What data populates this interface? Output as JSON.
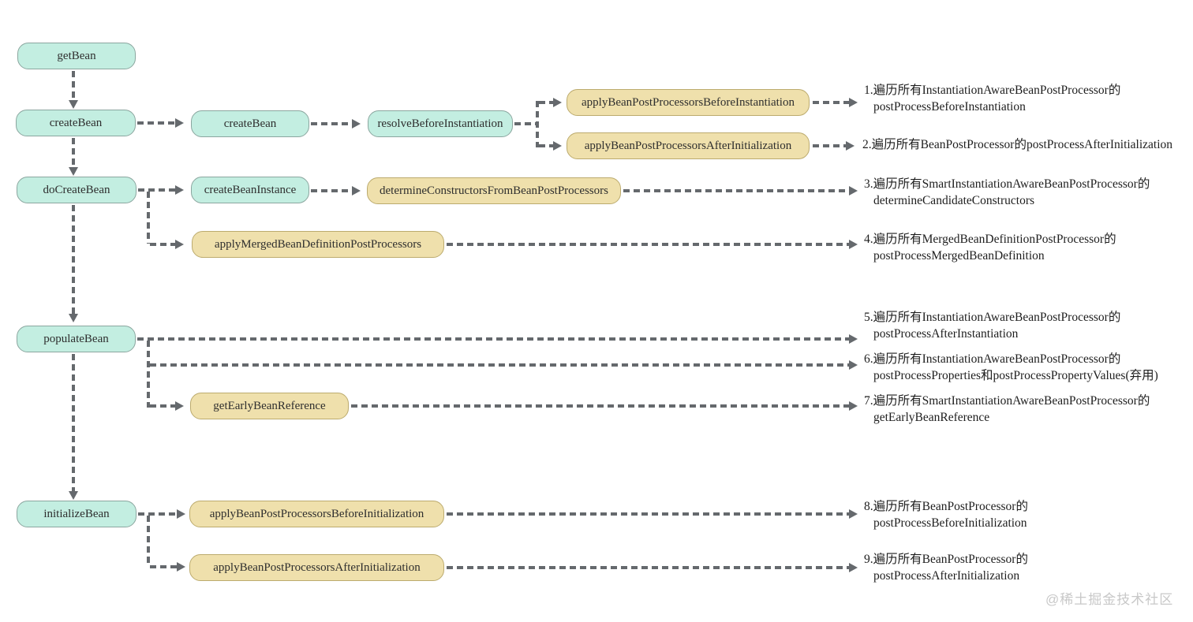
{
  "colors": {
    "node_teal": "#c3eee1",
    "node_teal_border": "#8ba69f",
    "node_tan": "#efe0ac",
    "node_tan_border": "#bcab6e",
    "connector": "#65696d",
    "text": "#1e1e1e",
    "watermark": "#c8c8c8"
  },
  "nodes": {
    "get_bean": "getBean",
    "create_bean_outer": "createBean",
    "create_bean_inner": "createBean",
    "resolve_before_instantiation": "resolveBeforeInstantiation",
    "apply_bpp_before_instantiation": "applyBeanPostProcessorsBeforeInstantiation",
    "apply_bpp_after_initialization_top": "applyBeanPostProcessorsAfterInitialization",
    "do_create_bean": "doCreateBean",
    "create_bean_instance": "createBeanInstance",
    "determine_constructors": "determineConstructorsFromBeanPostProcessors",
    "apply_merged_bean_definition": "applyMergedBeanDefinitionPostProcessors",
    "populate_bean": "populateBean",
    "get_early_bean_reference": "getEarlyBeanReference",
    "initialize_bean": "initializeBean",
    "apply_bpp_before_initialization": "applyBeanPostProcessorsBeforeInitialization",
    "apply_bpp_after_initialization_bottom": "applyBeanPostProcessorsAfterInitialization"
  },
  "annotations": [
    {
      "lines": [
        "1.遍历所有InstantiationAwareBeanPostProcessor的",
        "postProcessBeforeInstantiation"
      ]
    },
    {
      "lines": [
        "2.遍历所有BeanPostProcessor的postProcessAfterInitialization"
      ]
    },
    {
      "lines": [
        "3.遍历所有SmartInstantiationAwareBeanPostProcessor的",
        "determineCandidateConstructors"
      ]
    },
    {
      "lines": [
        "4.遍历所有MergedBeanDefinitionPostProcessor的",
        "postProcessMergedBeanDefinition"
      ]
    },
    {
      "lines": [
        "5.遍历所有InstantiationAwareBeanPostProcessor的",
        "postProcessAfterInstantiation"
      ]
    },
    {
      "lines": [
        "6.遍历所有InstantiationAwareBeanPostProcessor的",
        "postProcessProperties和postProcessPropertyValues(弃用)"
      ]
    },
    {
      "lines": [
        "7.遍历所有SmartInstantiationAwareBeanPostProcessor的",
        "getEarlyBeanReference"
      ]
    },
    {
      "lines": [
        "8.遍历所有BeanPostProcessor的",
        "postProcessBeforeInitialization"
      ]
    },
    {
      "lines": [
        "9.遍历所有BeanPostProcessor的",
        "postProcessAfterInitialization"
      ]
    }
  ],
  "watermark": "@稀土掘金技术社区"
}
